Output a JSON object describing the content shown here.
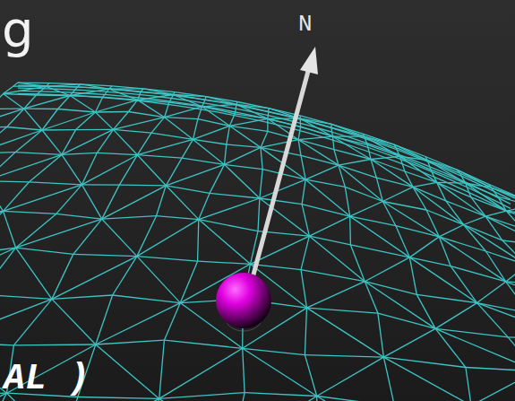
{
  "diagram": {
    "labels": [
      "g",
      "N",
      "AL )"
    ]
  }
}
